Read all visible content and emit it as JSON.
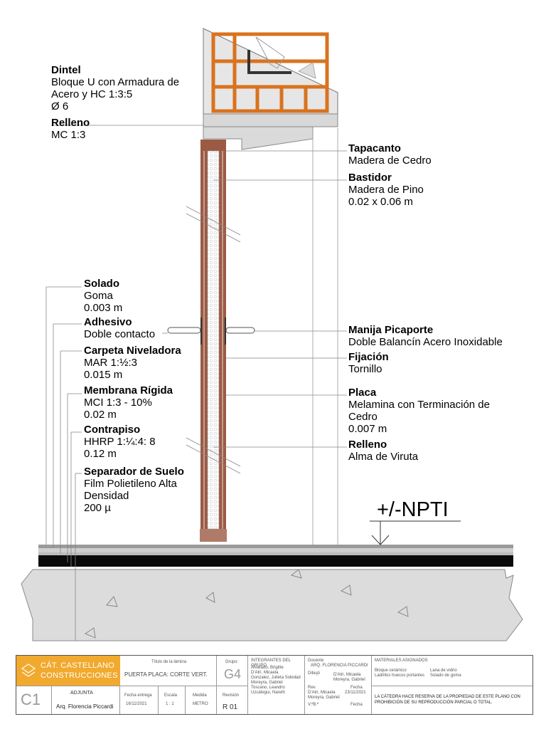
{
  "labels_left": [
    {
      "title": "Dintel",
      "lines": [
        "Bloque U con Armadura de",
        "Acero y HC 1:3:5",
        "Ø 6"
      ]
    },
    {
      "title": "Relleno",
      "lines": [
        "MC 1:3"
      ]
    },
    {
      "title": "Solado",
      "lines": [
        "Goma",
        "0.003 m"
      ]
    },
    {
      "title": "Adhesivo",
      "lines": [
        "Doble contacto"
      ]
    },
    {
      "title": "Carpeta Niveladora",
      "lines": [
        "MAR 1:½:3",
        "0.015 m"
      ]
    },
    {
      "title": "Membrana Rígida",
      "lines": [
        "MCI 1:3 - 10%",
        "0.02 m"
      ]
    },
    {
      "title": "Contrapiso",
      "lines": [
        "HHRP 1:¼:4: 8",
        "0.12 m"
      ]
    },
    {
      "title": "Separador de Suelo",
      "lines": [
        "Film Polietileno Alta",
        "Densidad",
        "200 µ"
      ]
    }
  ],
  "labels_right": [
    {
      "title": "Tapacanto",
      "lines": [
        "Madera de Cedro"
      ]
    },
    {
      "title": "Bastidor",
      "lines": [
        "Madera de Pino",
        "0.02 x 0.06 m"
      ]
    },
    {
      "title": "Manija Picaporte",
      "lines": [
        "Doble Balancín Acero Inoxidable"
      ]
    },
    {
      "title": "Fijación",
      "lines": [
        "Tornillo"
      ]
    },
    {
      "title": "Placa",
      "lines": [
        "Melamina con Terminación de",
        "Cedro",
        "0.007 m"
      ]
    },
    {
      "title": "Relleno",
      "lines": [
        "Alma de Viruta"
      ]
    }
  ],
  "level_mark": "+/-NPTI",
  "colors": {
    "brick": "#d9731e",
    "concrete": "#d4d4d4",
    "wood": "#9c5a45",
    "brand": "#f1a92e"
  },
  "title_block": {
    "brand_line1": "CÁT. CASTELLANO",
    "brand_line2": "CONSTRUCCIONES",
    "sheet_code": "C1",
    "adjunta_label": "ADJUNTA",
    "adjunta_name": "Arq. Florencia Piccardi",
    "sheet_title_label": "Título de la lámina",
    "sheet_title": "PUERTA PLACA: CORTE VERT.",
    "delivery_label": "Fecha entrega",
    "delivery_date": "16/11/2021",
    "scale_label": "Escala",
    "scale_value": "1 : 1",
    "unit_label": "Medida",
    "unit_value": "METRO",
    "group_label": "Grupo",
    "group_value": "G4",
    "revision_label": "Revisión",
    "revision_value": "R 01",
    "members_label": "INTEGRANTES DEL GRUPO",
    "members": [
      "Alvarado, Brigitte",
      "D'Atri, Micaela",
      "Gonzalez, Julieta Soledad",
      "Moreyra, Gabriel",
      "Toscano, Leandro",
      "Uzcátegui, Nareth"
    ],
    "teacher_label": "Docente",
    "teacher_name": "ARQ. FLORENCIA PICCARDI",
    "drawing_label": "Dibujó",
    "drawing_names": "D'Atri, Micaela Moreyra, Gabriel",
    "check_label": "Rev.",
    "check_names": "D'Atri, Micaela Moreyra, Gabriel",
    "check_date_label": "Fecha",
    "check_date": "23/11/2021",
    "approval_label": "V.ºB.º",
    "approval_date_label": "Fecha",
    "materials_label": "MATERIALES ASIGNADOS",
    "materials": [
      "Bloque cerámico",
      "Ladrillos huecos portantes",
      "Lana de vidrio",
      "Solado de goma"
    ],
    "notice": [
      "LA CÁTEDRA HACE RESERVA DE LA PROPIEDAD DE ESTE PLANO CON",
      "PROHIBICIÓN DE SU REPRODUCCIÓN PARCIAL O TOTAL."
    ]
  }
}
